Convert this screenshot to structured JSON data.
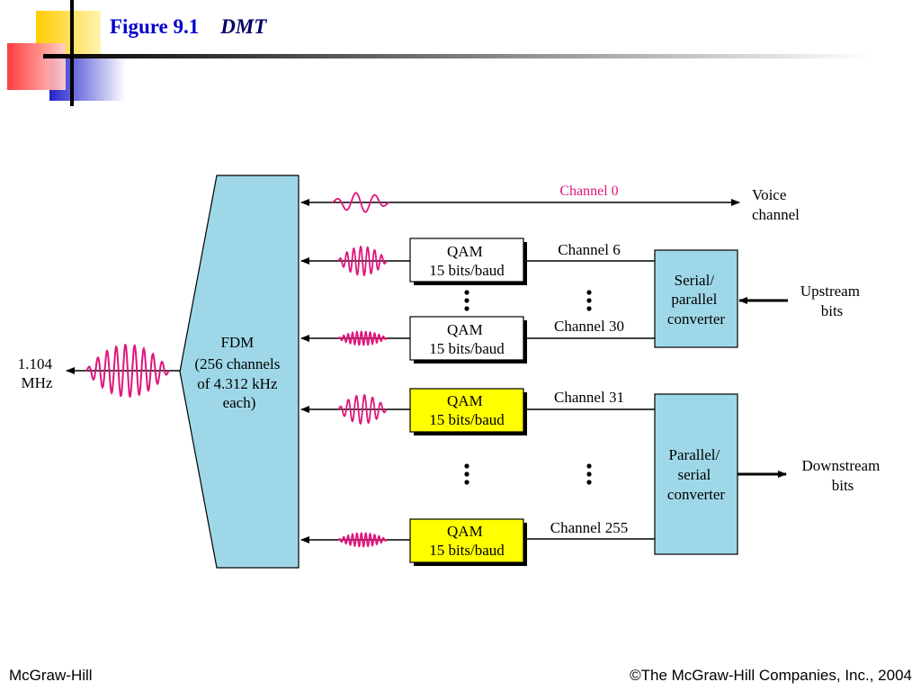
{
  "slide": {
    "figure_label": "Figure 9.1",
    "figure_title": "DMT"
  },
  "diagram": {
    "fdm_block": {
      "lines": [
        "FDM",
        "(256 channels",
        "of 4.312 kHz",
        "each)"
      ],
      "fill": "#9ed8e8"
    },
    "output": {
      "lines": [
        "1.104",
        "MHz"
      ]
    },
    "channels": {
      "voice": {
        "label": "Channel 0",
        "destination": [
          "Voice",
          "channel"
        ]
      },
      "upstream": [
        {
          "channel": "Channel 6",
          "qam": [
            "QAM",
            "15 bits/baud"
          ]
        },
        {
          "channel": "Channel 30",
          "qam": [
            "QAM",
            "15 bits/baud"
          ]
        }
      ],
      "downstream": [
        {
          "channel": "Channel 31",
          "qam": [
            "QAM",
            "15 bits/baud"
          ]
        },
        {
          "channel": "Channel 255",
          "qam": [
            "QAM",
            "15 bits/baud"
          ]
        }
      ]
    },
    "converters": {
      "upstream": {
        "lines": [
          "Serial/",
          "parallel",
          "converter"
        ],
        "input": [
          "Upstream",
          "bits"
        ]
      },
      "downstream": {
        "lines": [
          "Parallel/",
          "serial",
          "converter"
        ],
        "output": [
          "Downstream",
          "bits"
        ]
      }
    },
    "colors": {
      "block_fill": "#9ed8e8",
      "qam_upstream_fill": "#ffffff",
      "qam_downstream_fill": "#ffff00",
      "signal": "#e0157c",
      "line": "#000000"
    }
  },
  "footer": {
    "left": "McGraw-Hill",
    "right": "©The McGraw-Hill Companies, Inc., 2004"
  }
}
